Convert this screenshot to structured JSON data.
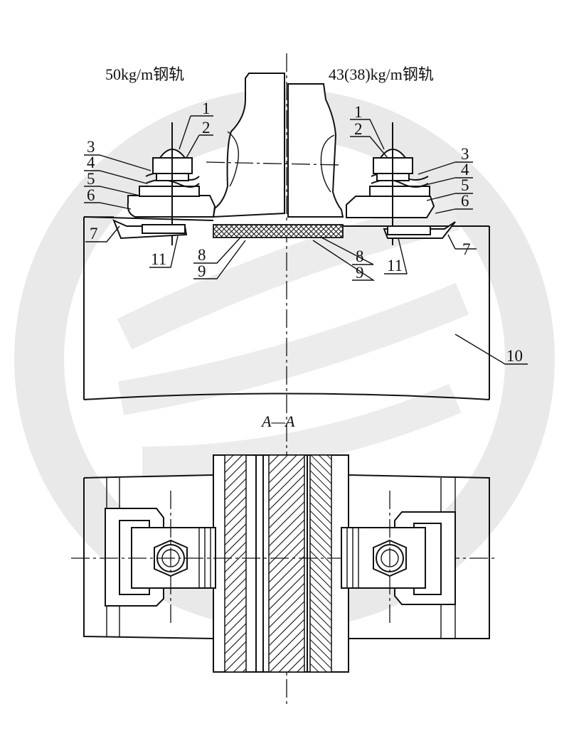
{
  "figure": {
    "left_title": "50kg/m钢轨",
    "right_title": "43(38)kg/m钢轨",
    "section_label": "A—A"
  },
  "callouts": {
    "left": [
      "1",
      "2",
      "3",
      "4",
      "5",
      "6",
      "7",
      "8",
      "9",
      "11"
    ],
    "right": [
      "1",
      "2",
      "3",
      "4",
      "5",
      "6",
      "7",
      "8",
      "9",
      "11"
    ],
    "sleeper": "10"
  },
  "colors": {
    "line": "#111111",
    "background": "#ffffff",
    "watermark": "#e6e6e6"
  }
}
